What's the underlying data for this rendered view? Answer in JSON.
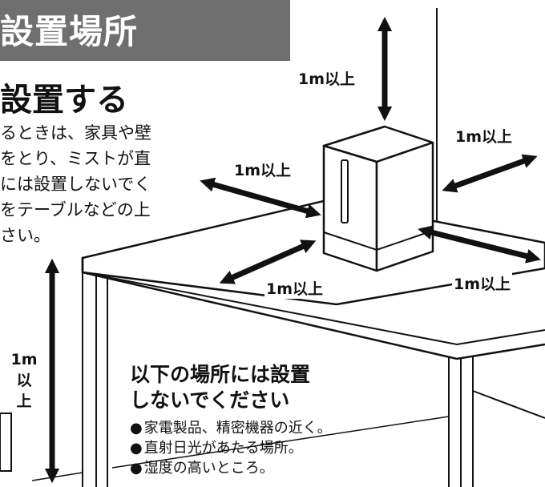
{
  "header": {
    "title": "設置場所"
  },
  "subheading": "設置する",
  "intro_lines": [
    "るときは、家具や壁",
    "をとり、ミストが直",
    "には設置しないでく",
    "をテーブルなどの上",
    "さい。"
  ],
  "dimensions": {
    "top": "1m以上",
    "right_upper": "1m以上",
    "left_upper": "1m以上",
    "front_left": "1m以上",
    "front_right": "1m以上",
    "floor_line1": "1m",
    "floor_line2": "以上"
  },
  "notice": {
    "title_line1": "以下の場所には設置",
    "title_line2": "しないでください",
    "bullet": "●",
    "items": [
      "家電製品、精密機器の近く。",
      "直射日光があたる場所。",
      "湿度の高いところ。"
    ]
  },
  "colors": {
    "banner": "#6f6f6f",
    "ink": "#111111",
    "background": "#ffffff"
  }
}
